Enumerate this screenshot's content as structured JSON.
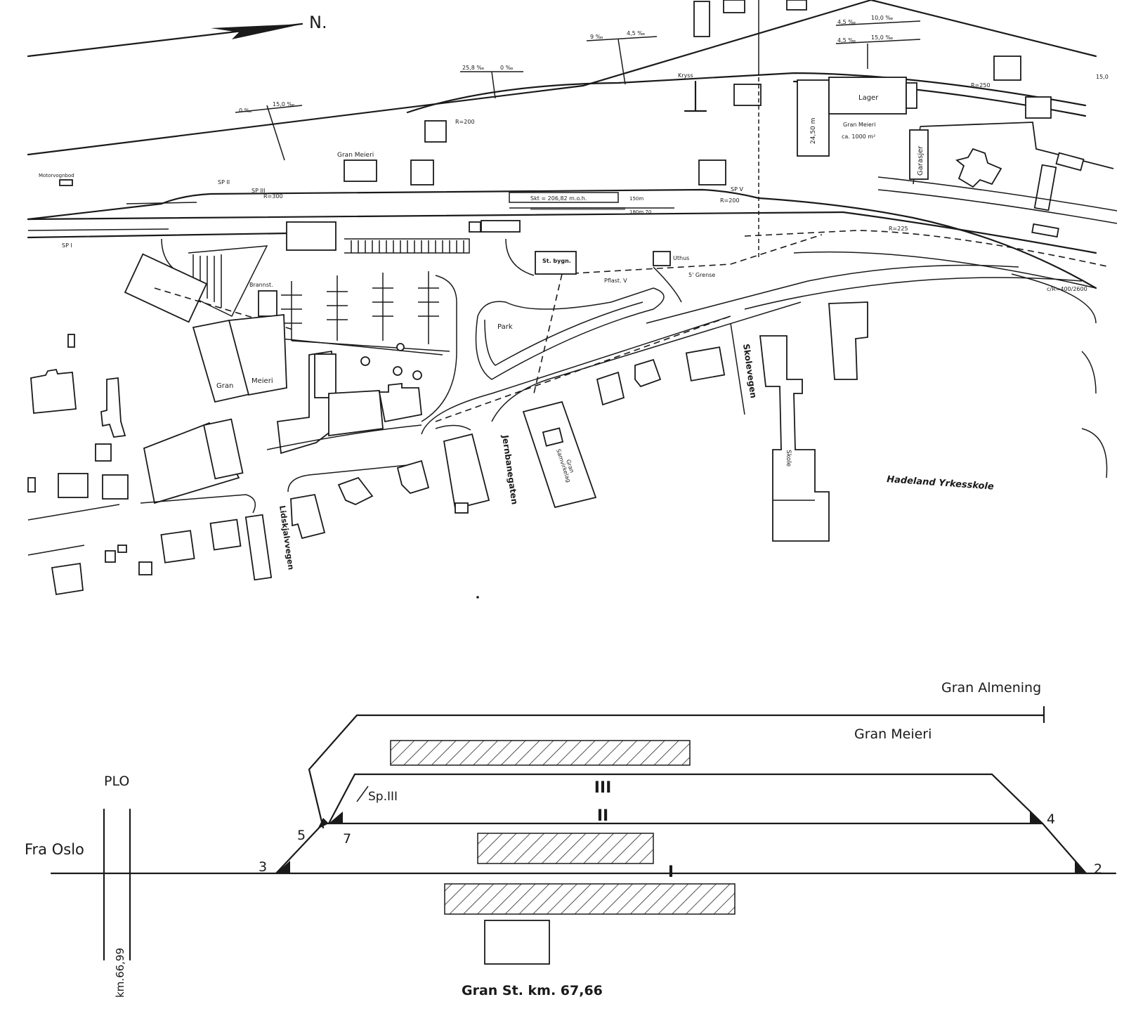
{
  "site_plan": {
    "north": "N.",
    "gradients": [
      "0 ‰",
      "15,0 ‰",
      "25,8 ‰",
      "0 ‰",
      "9 ‰",
      "4,5 ‰",
      "4,5 ‰",
      "10,0 ‰",
      "4,5 ‰",
      "15,0 ‰",
      "15,0"
    ],
    "labels": {
      "gran_meieri_top": "Gran Meieri",
      "motor_shed": "Motorvognbod",
      "krokk": "Kryss",
      "lager": "Lager",
      "length": "24,50 m",
      "meieri_area_1": "Gran Meieri",
      "meieri_area_2": "ca. 1000 m²",
      "garasjer": "Garasjer",
      "r200a": "R=200",
      "r250": "R=250",
      "r300": "R=300",
      "r200b": "R=200",
      "r225": "R=225",
      "skt": "Skt = 206,82 m.o.h.",
      "p150": "150m",
      "p180": "180m 70",
      "sp2": "SP II",
      "sp3": "SP III",
      "sp4": "SP V",
      "sp1": "SP I",
      "stbygn": "St. bygn.",
      "uthus": "Uthus",
      "brannst": "Brannst.",
      "park": "Park",
      "pflast": "Pflast. V",
      "grense": "5' Grense",
      "gran_meieri_bldg_1": "Gran",
      "gran_meieri_bldg_2": "Meieri",
      "samvirkelag_1": "Gran",
      "samvirkelag_2": "Samvirkelag",
      "skole": "Skole",
      "curve_r": "c/R=400/2600"
    },
    "streets": {
      "lidskjalv": "Lidskjalvvegen",
      "jernbane": "Jernbanegaten",
      "skole": "Skolevegen",
      "yrkesskole": "Hadeland Yrkesskole"
    }
  },
  "track_diagram": {
    "gran_almening": "Gran Almening",
    "gran_meieri": "Gran Meieri",
    "plo": "PLO",
    "fra_oslo": "Fra Oslo",
    "km_left": "km.66,99",
    "sp3": "Sp.III",
    "track_numbers": [
      "I",
      "II",
      "III"
    ],
    "switches": {
      "s2": "2",
      "s3": "3",
      "s4": "4",
      "s5": "5",
      "s7": "7"
    },
    "caption": "Gran St.  km. 67,66"
  }
}
